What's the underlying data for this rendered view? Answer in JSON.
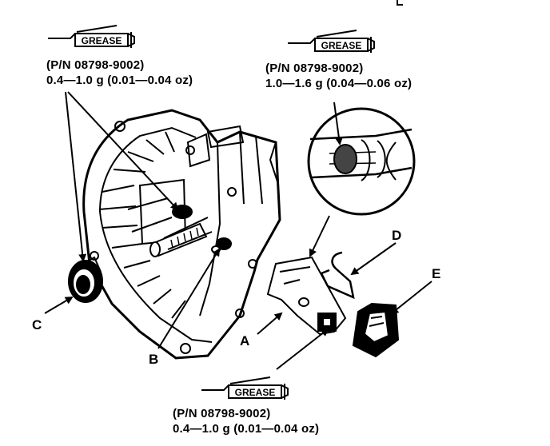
{
  "grease_tags": [
    {
      "label": "GREASE",
      "icon": "grease-tube-icon"
    },
    {
      "label": "GREASE",
      "icon": "grease-tube-icon"
    },
    {
      "label": "GREASE",
      "icon": "grease-tube-icon"
    }
  ],
  "specs": {
    "left": {
      "part_number": "(P/N 08798-9002)",
      "amount": "0.4—1.0 g (0.01—0.04 oz)"
    },
    "right": {
      "part_number": "(P/N 08798-9002)",
      "amount": "1.0—1.6 g (0.04—0.06 oz)"
    },
    "bottom": {
      "part_number": "(P/N 08798-9002)",
      "amount": "0.4—1.0 g (0.01—0.04 oz)"
    }
  },
  "callouts": {
    "a": "A",
    "b": "B",
    "c": "C",
    "d": "D",
    "e": "E"
  }
}
